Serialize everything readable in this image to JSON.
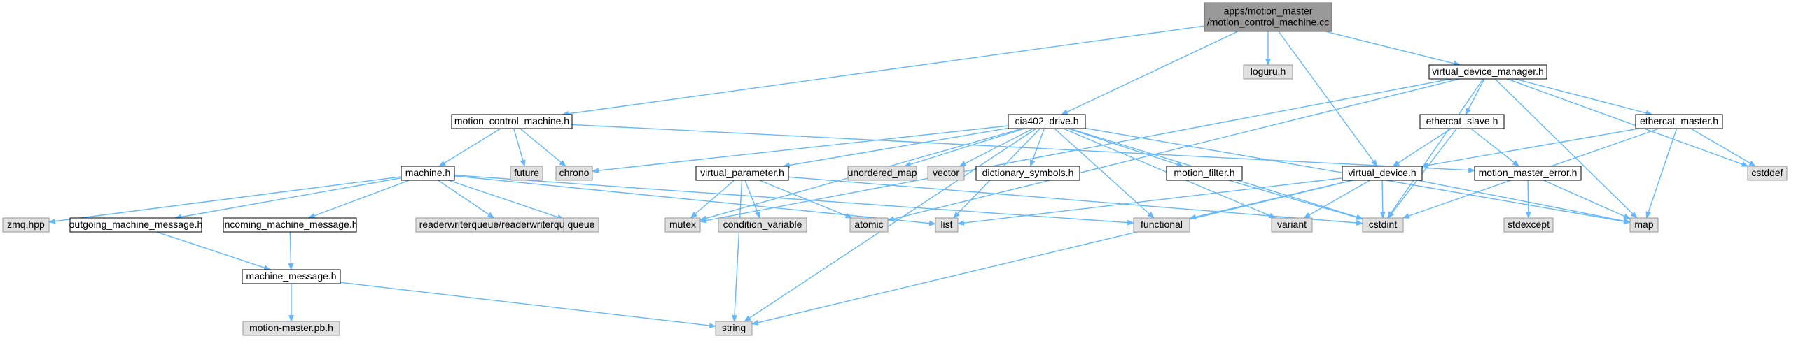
{
  "colors": {
    "edge": "#63b8ff",
    "root_fill": "#999999",
    "root_stroke": "#666666",
    "local_fill": "#ffffff",
    "local_stroke": "#000000",
    "system_fill": "#e0e0e0",
    "system_stroke": "#999999"
  },
  "nodes": [
    {
      "id": "root",
      "label": "apps/motion_master\n/motion_control_machine.cc",
      "kind": "root",
      "clickable": false
    },
    {
      "id": "loguru",
      "label": "loguru.h",
      "kind": "system",
      "clickable": false
    },
    {
      "id": "vdm",
      "label": "virtual_device_manager.h",
      "kind": "local",
      "clickable": true
    },
    {
      "id": "mcm",
      "label": "motion_control_machine.h",
      "kind": "local",
      "clickable": true
    },
    {
      "id": "cia402",
      "label": "cia402_drive.h",
      "kind": "local",
      "clickable": true
    },
    {
      "id": "ecslave",
      "label": "ethercat_slave.h",
      "kind": "local",
      "clickable": true
    },
    {
      "id": "ecmaster",
      "label": "ethercat_master.h",
      "kind": "local",
      "clickable": true
    },
    {
      "id": "machine",
      "label": "machine.h",
      "kind": "local",
      "clickable": true
    },
    {
      "id": "future",
      "label": "future",
      "kind": "system",
      "clickable": false
    },
    {
      "id": "chrono",
      "label": "chrono",
      "kind": "system",
      "clickable": false
    },
    {
      "id": "vparam",
      "label": "virtual_parameter.h",
      "kind": "local",
      "clickable": true
    },
    {
      "id": "unordmap",
      "label": "unordered_map",
      "kind": "system",
      "clickable": false
    },
    {
      "id": "vector",
      "label": "vector",
      "kind": "system",
      "clickable": false
    },
    {
      "id": "dictsym",
      "label": "dictionary_symbols.h",
      "kind": "local",
      "clickable": true
    },
    {
      "id": "mfilter",
      "label": "motion_filter.h",
      "kind": "local",
      "clickable": true
    },
    {
      "id": "vdevice",
      "label": "virtual_device.h",
      "kind": "local",
      "clickable": true
    },
    {
      "id": "mmerror",
      "label": "motion_master_error.h",
      "kind": "local",
      "clickable": true
    },
    {
      "id": "cstddef",
      "label": "cstddef",
      "kind": "system",
      "clickable": false
    },
    {
      "id": "zmq",
      "label": "zmq.hpp",
      "kind": "system",
      "clickable": false
    },
    {
      "id": "outmsg",
      "label": "outgoing_machine_message.h",
      "kind": "local",
      "clickable": true
    },
    {
      "id": "inmsg",
      "label": "incoming_machine_message.h",
      "kind": "local",
      "clickable": true
    },
    {
      "id": "rwq",
      "label": "readerwriterqueue/readerwriterqueue.h",
      "kind": "system",
      "clickable": false
    },
    {
      "id": "queue",
      "label": "queue",
      "kind": "system",
      "clickable": false
    },
    {
      "id": "mutex",
      "label": "mutex",
      "kind": "system",
      "clickable": false
    },
    {
      "id": "condvar",
      "label": "condition_variable",
      "kind": "system",
      "clickable": false
    },
    {
      "id": "atomic",
      "label": "atomic",
      "kind": "system",
      "clickable": false
    },
    {
      "id": "list",
      "label": "list",
      "kind": "system",
      "clickable": false
    },
    {
      "id": "functional",
      "label": "functional",
      "kind": "system",
      "clickable": false
    },
    {
      "id": "variant",
      "label": "variant",
      "kind": "system",
      "clickable": false
    },
    {
      "id": "cstdint",
      "label": "cstdint",
      "kind": "system",
      "clickable": false
    },
    {
      "id": "stdexcept",
      "label": "stdexcept",
      "kind": "system",
      "clickable": false
    },
    {
      "id": "map",
      "label": "map",
      "kind": "system",
      "clickable": false
    },
    {
      "id": "machmsg",
      "label": "machine_message.h",
      "kind": "local",
      "clickable": true
    },
    {
      "id": "pb",
      "label": "motion-master.pb.h",
      "kind": "system",
      "clickable": false
    },
    {
      "id": "string",
      "label": "string",
      "kind": "system",
      "clickable": false
    }
  ],
  "edges": [
    [
      "root",
      "loguru"
    ],
    [
      "root",
      "vdm"
    ],
    [
      "root",
      "mcm"
    ],
    [
      "root",
      "cia402"
    ],
    [
      "root",
      "vdevice"
    ],
    [
      "vdm",
      "ecslave"
    ],
    [
      "vdm",
      "ecmaster"
    ],
    [
      "vdm",
      "mutex"
    ],
    [
      "vdm",
      "atomic"
    ],
    [
      "vdm",
      "cstdint"
    ],
    [
      "vdm",
      "cstddef"
    ],
    [
      "vdm",
      "map"
    ],
    [
      "mcm",
      "machine"
    ],
    [
      "mcm",
      "future"
    ],
    [
      "mcm",
      "chrono"
    ],
    [
      "mcm",
      "mmerror"
    ],
    [
      "cia402",
      "chrono"
    ],
    [
      "cia402",
      "unordmap"
    ],
    [
      "cia402",
      "vector"
    ],
    [
      "cia402",
      "dictsym"
    ],
    [
      "cia402",
      "mfilter"
    ],
    [
      "cia402",
      "vparam"
    ],
    [
      "cia402",
      "mutex"
    ],
    [
      "cia402",
      "string"
    ],
    [
      "cia402",
      "list"
    ],
    [
      "cia402",
      "functional"
    ],
    [
      "cia402",
      "variant"
    ],
    [
      "cia402",
      "cstdint"
    ],
    [
      "cia402",
      "map"
    ],
    [
      "ecslave",
      "vdevice"
    ],
    [
      "ecslave",
      "mmerror"
    ],
    [
      "ecslave",
      "cstdint"
    ],
    [
      "ecmaster",
      "vdevice"
    ],
    [
      "ecmaster",
      "cstddef"
    ],
    [
      "ecmaster",
      "cstdint"
    ],
    [
      "ecmaster",
      "map"
    ],
    [
      "machine",
      "zmq"
    ],
    [
      "machine",
      "outmsg"
    ],
    [
      "machine",
      "inmsg"
    ],
    [
      "machine",
      "rwq"
    ],
    [
      "machine",
      "queue"
    ],
    [
      "machine",
      "list"
    ],
    [
      "machine",
      "functional"
    ],
    [
      "vparam",
      "mutex"
    ],
    [
      "vparam",
      "condvar"
    ],
    [
      "vparam",
      "atomic"
    ],
    [
      "vparam",
      "string"
    ],
    [
      "vparam",
      "cstdint"
    ],
    [
      "mfilter",
      "cstdint"
    ],
    [
      "vdevice",
      "list"
    ],
    [
      "vdevice",
      "functional"
    ],
    [
      "vdevice",
      "variant"
    ],
    [
      "vdevice",
      "cstdint"
    ],
    [
      "vdevice",
      "map"
    ],
    [
      "vdevice",
      "string"
    ],
    [
      "mmerror",
      "stdexcept"
    ],
    [
      "mmerror",
      "map"
    ],
    [
      "outmsg",
      "machmsg"
    ],
    [
      "inmsg",
      "machmsg"
    ],
    [
      "machmsg",
      "pb"
    ],
    [
      "machmsg",
      "string"
    ]
  ]
}
